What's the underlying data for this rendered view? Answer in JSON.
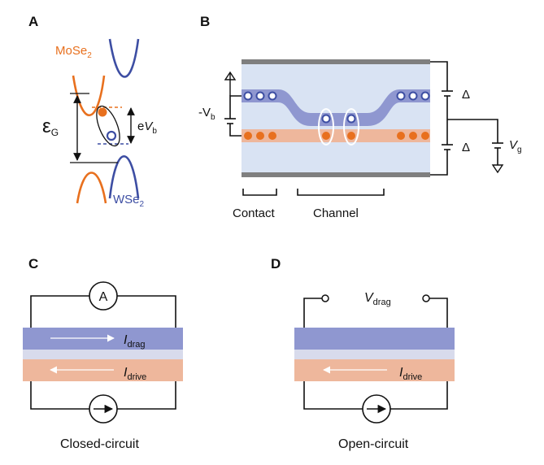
{
  "panels": {
    "a": "A",
    "b": "B",
    "c": "C",
    "d": "D"
  },
  "panel_a": {
    "top_material": "MoSe",
    "top_material_sub": "2",
    "bottom_material": "WSe",
    "bottom_material_sub": "2",
    "gap_symbol": "ε",
    "gap_sub": "G",
    "bias_prefix": "e",
    "bias_var": "V",
    "bias_sub": "b"
  },
  "panel_b": {
    "bias_label": "-V",
    "bias_sub": "b",
    "delta_top": "Δ",
    "delta_bottom": "Δ",
    "gate_var": "V",
    "gate_sub": "g",
    "contact_label": "Contact",
    "channel_label": "Channel"
  },
  "panel_c": {
    "meter": "A",
    "drag_var": "I",
    "drag_sub": "drag",
    "drive_var": "I",
    "drive_sub": "drive",
    "caption": "Closed-circuit"
  },
  "panel_d": {
    "vdrag_var": "V",
    "vdrag_sub": "drag",
    "drive_var": "I",
    "drive_sub": "drive",
    "caption": "Open-circuit"
  },
  "colors": {
    "orange": "#e8701e",
    "blue": "#3d4ea3",
    "blue_band": "#8f97d0",
    "orange_band": "#eeb79c",
    "separator": "#d8dbec",
    "cell_bg": "#d9e3f3",
    "plate": "#7f7f7f"
  }
}
